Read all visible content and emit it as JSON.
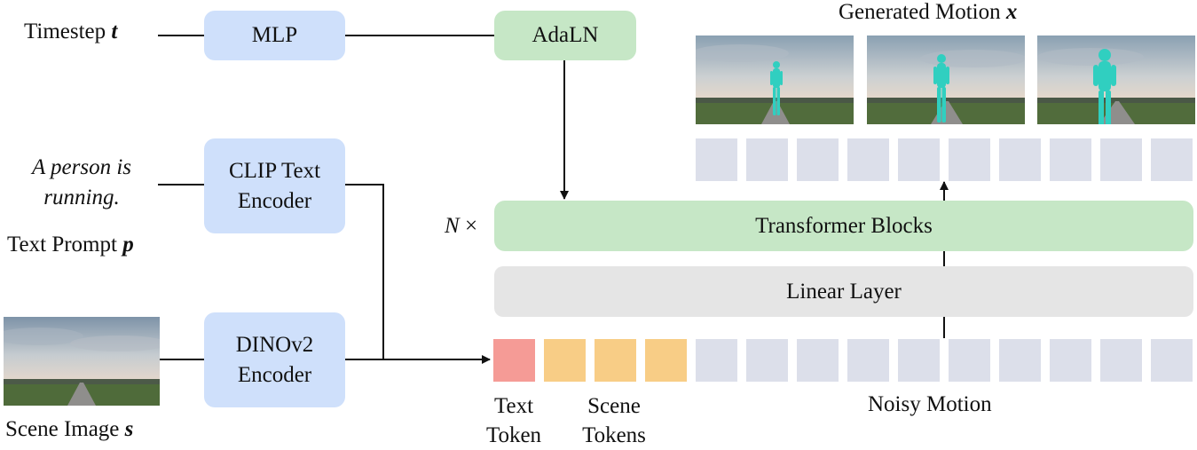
{
  "inputs": {
    "timestep_label": "Timestep",
    "timestep_var": "t",
    "prompt_line1": "A person is",
    "prompt_line2": "running.",
    "prompt_label": "Text Prompt",
    "prompt_var": "p",
    "scene_label": "Scene Image",
    "scene_var": "s"
  },
  "modules": {
    "mlp": "MLP",
    "adaln": "AdaLN",
    "clip_line1": "CLIP Text",
    "clip_line2": "Encoder",
    "dino_line1": "DINOv2",
    "dino_line2": "Encoder",
    "transformer": "Transformer Blocks",
    "repeat_n": "N",
    "repeat_times": "×",
    "linear": "Linear Layer"
  },
  "output": {
    "label": "Generated Motion",
    "var": "x"
  },
  "tokens": {
    "text_line1": "Text",
    "text_line2": "Token",
    "scene_line1": "Scene",
    "scene_line2": "Tokens",
    "noisy": "Noisy Motion"
  },
  "colors": {
    "module_blue": "#cfe0fb",
    "module_green": "#c6e7c6",
    "linear_gray": "#e5e5e5",
    "motion_token": "#dcdfea",
    "text_token": "#f59b96",
    "scene_token": "#f8cd86",
    "human_mesh": "#30cfc0"
  }
}
